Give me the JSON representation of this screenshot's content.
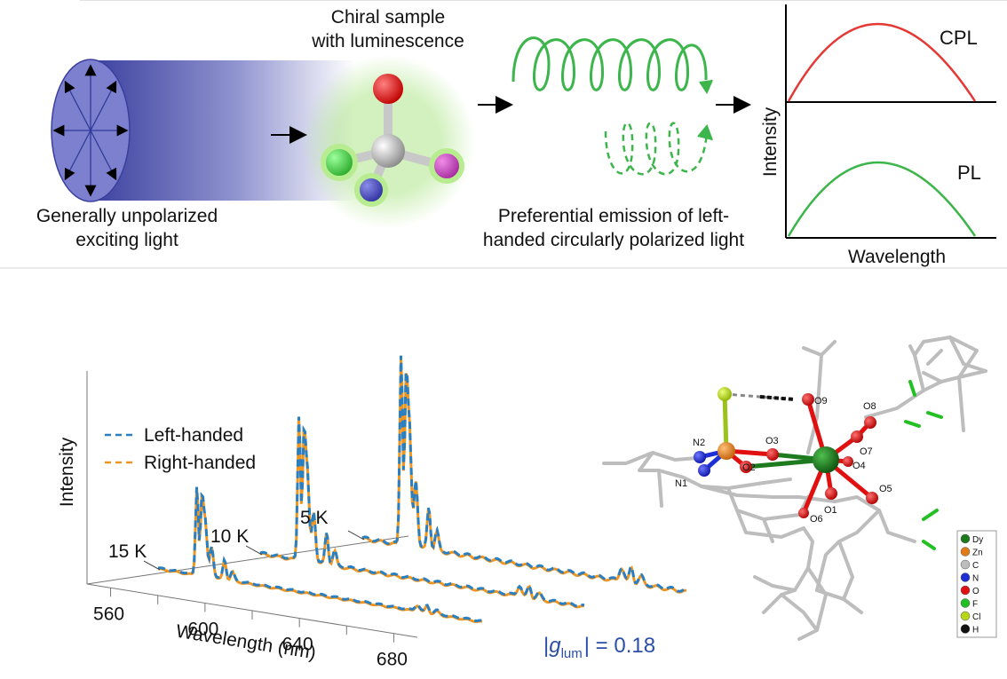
{
  "top_panel": {
    "excitation_label_line1": "Generally unpolarized",
    "excitation_label_line2": "exciting light",
    "sample_label_line1": "Chiral sample",
    "sample_label_line2": "with luminescence",
    "emission_label_line1": "Preferential emission of left-",
    "emission_label_line2": "handed circularly polarized light",
    "mini_chart": {
      "ylabel": "Intensity",
      "xlabel": "Wavelength",
      "top_curve_label": "CPL",
      "bottom_curve_label": "PL",
      "top_curve_color": "#e53935",
      "bottom_curve_color": "#3cb54a"
    }
  },
  "chart_data": {
    "type": "line",
    "xlabel": "Wavelength (nm)",
    "ylabel": "Intensity",
    "x_ticks": [
      "560",
      "600",
      "640",
      "680"
    ],
    "xlim": [
      550,
      690
    ],
    "series": [
      {
        "name": "Left-handed",
        "color": "#2a7fc1",
        "dash": "dashed"
      },
      {
        "name": "Right-handed",
        "color": "#f0951f",
        "dash": "dashed"
      }
    ],
    "traces": [
      {
        "label": "15 K",
        "peak_rel_height": 0.38
      },
      {
        "label": "10 K",
        "peak_rel_height": 0.62
      },
      {
        "label": "5 K",
        "peak_rel_height": 0.82
      }
    ]
  },
  "glum": {
    "prefix": "|",
    "g": "g",
    "sub": "lum",
    "suffix": "| = 0.18"
  },
  "structure": {
    "atoms": [
      "N2",
      "N1",
      "O3",
      "O2",
      "O9",
      "O8",
      "O7",
      "O4",
      "O5",
      "O1",
      "O6"
    ],
    "legend": [
      {
        "label": "Dy",
        "color": "#1b7a1b"
      },
      {
        "label": "Zn",
        "color": "#e07b18"
      },
      {
        "label": "C",
        "color": "#bdbdbd"
      },
      {
        "label": "N",
        "color": "#1f2fd6"
      },
      {
        "label": "O",
        "color": "#e01010"
      },
      {
        "label": "F",
        "color": "#22c022"
      },
      {
        "label": "Cl",
        "color": "#b6d618"
      },
      {
        "label": "H",
        "color": "#111111"
      }
    ]
  }
}
